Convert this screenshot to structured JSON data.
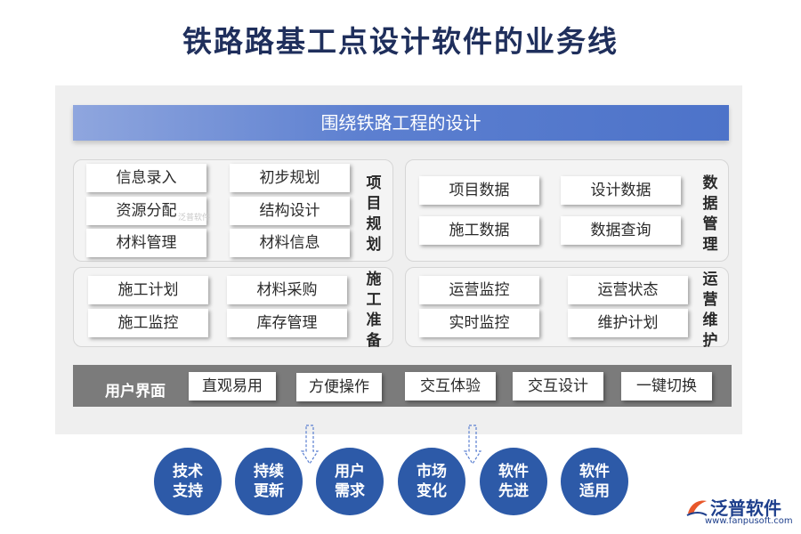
{
  "title": "铁路路基工点设计软件的业务线",
  "banner": "围绕铁路工程的设计",
  "project_planning": {
    "label": "项目规划",
    "items": [
      "信息录入",
      "初步规划",
      "资源分配",
      "结构设计",
      "材料管理",
      "材料信息"
    ]
  },
  "data_management": {
    "label": "数据管理",
    "items": [
      "项目数据",
      "设计数据",
      "施工数据",
      "数据查询"
    ]
  },
  "construction_prep": {
    "label": "施工准备",
    "items": [
      "施工计划",
      "材料采购",
      "施工监控",
      "库存管理"
    ]
  },
  "operations": {
    "label": "运营维护",
    "items": [
      "运营监控",
      "运营状态",
      "实时监控",
      "维护计划"
    ]
  },
  "ui_bar": {
    "label": "用户界面",
    "items": [
      "直观易用",
      "方便操作",
      "交互体验",
      "交互设计",
      "一键切换"
    ]
  },
  "drivers": [
    "技术支持",
    "持续更新",
    "用户需求",
    "市场变化",
    "软件先进",
    "软件适用"
  ],
  "watermark": "泛普软件",
  "logo": {
    "name": "泛普软件",
    "url": "www.fanpusoft.com",
    "color": "#1e3f8c"
  },
  "colors": {
    "title": "#1f2f5c",
    "circle": "#2d5aa8",
    "ui_bar": "#7b7b7b"
  }
}
